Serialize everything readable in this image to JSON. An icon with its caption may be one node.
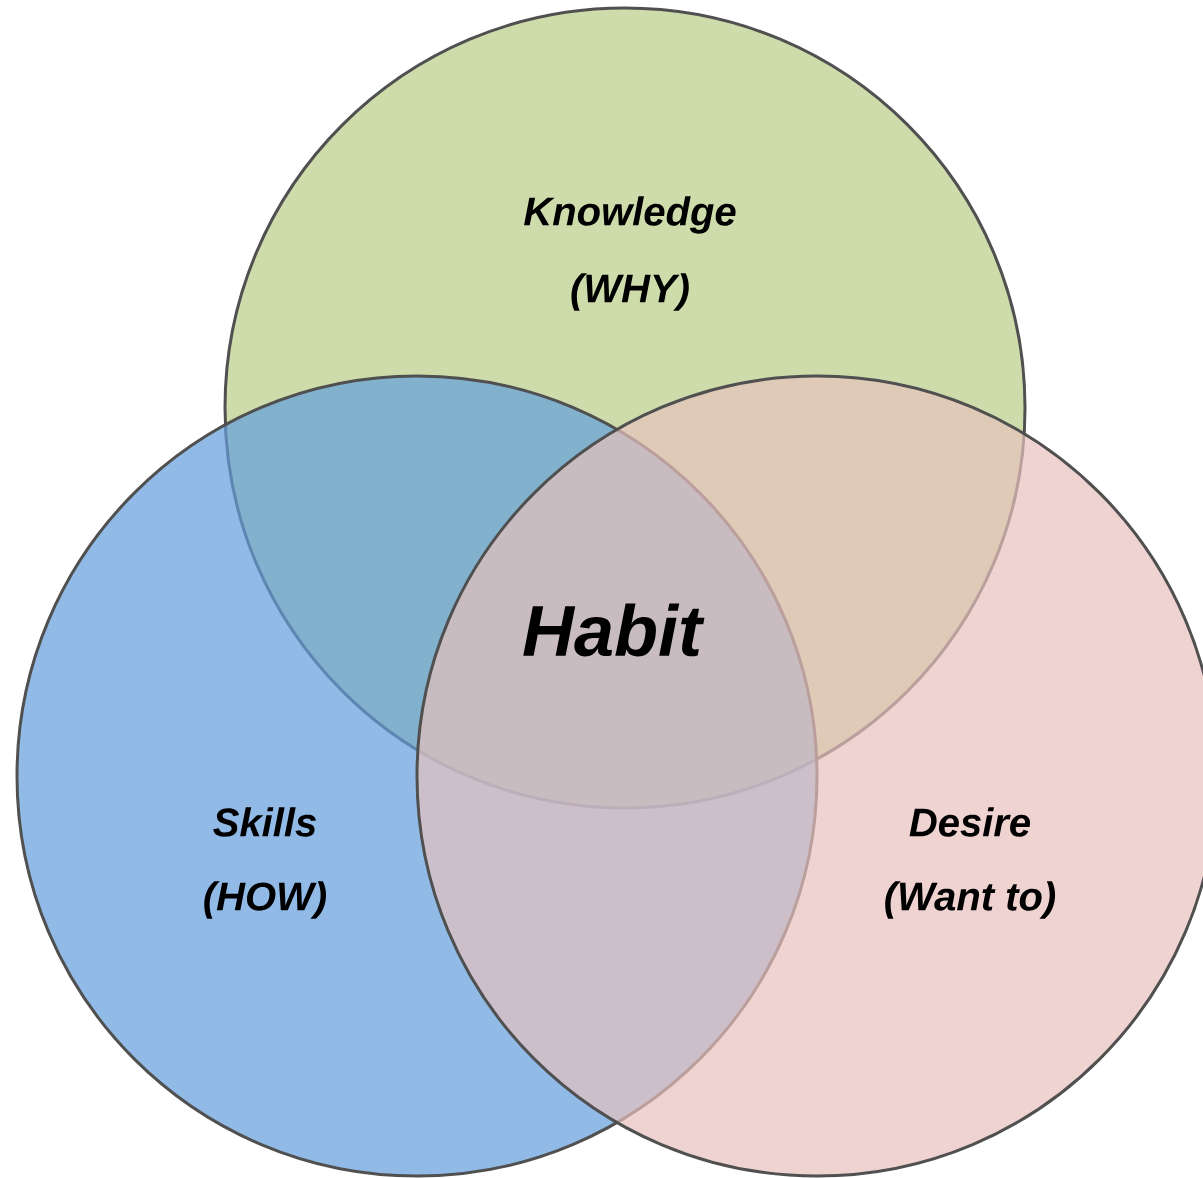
{
  "diagram": {
    "nodes": [
      {
        "text": [
          "Knowledge",
          "(WHY)"
        ]
      },
      {
        "text": [
          "Skills",
          "(HOW)"
        ]
      },
      {
        "text": [
          "Desire",
          "(Want to)"
        ]
      }
    ],
    "labels": [
      "Habit"
    ]
  }
}
